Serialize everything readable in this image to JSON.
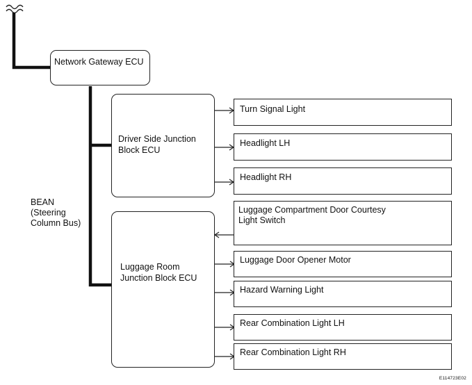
{
  "gateway": {
    "label": "Network Gateway ECU"
  },
  "bus": {
    "line1": "BEAN",
    "line2": "(Steering",
    "line3": "Column Bus)"
  },
  "ecus": [
    {
      "label_line1": "Driver Side Junction",
      "label_line2": "Block ECU",
      "outputs": [
        "Turn Signal Light",
        "Headlight LH",
        "Headlight RH"
      ]
    },
    {
      "label_line1": "Luggage Room",
      "label_line2": "Junction Block ECU",
      "input": "Luggage Compartment Door Courtesy\nLight Switch",
      "outputs": [
        "Luggage Door Opener Motor",
        "Hazard Warning Light",
        "Rear Combination Light LH",
        "Rear Combination Light RH"
      ]
    }
  ],
  "figure_code": "E114723E02"
}
